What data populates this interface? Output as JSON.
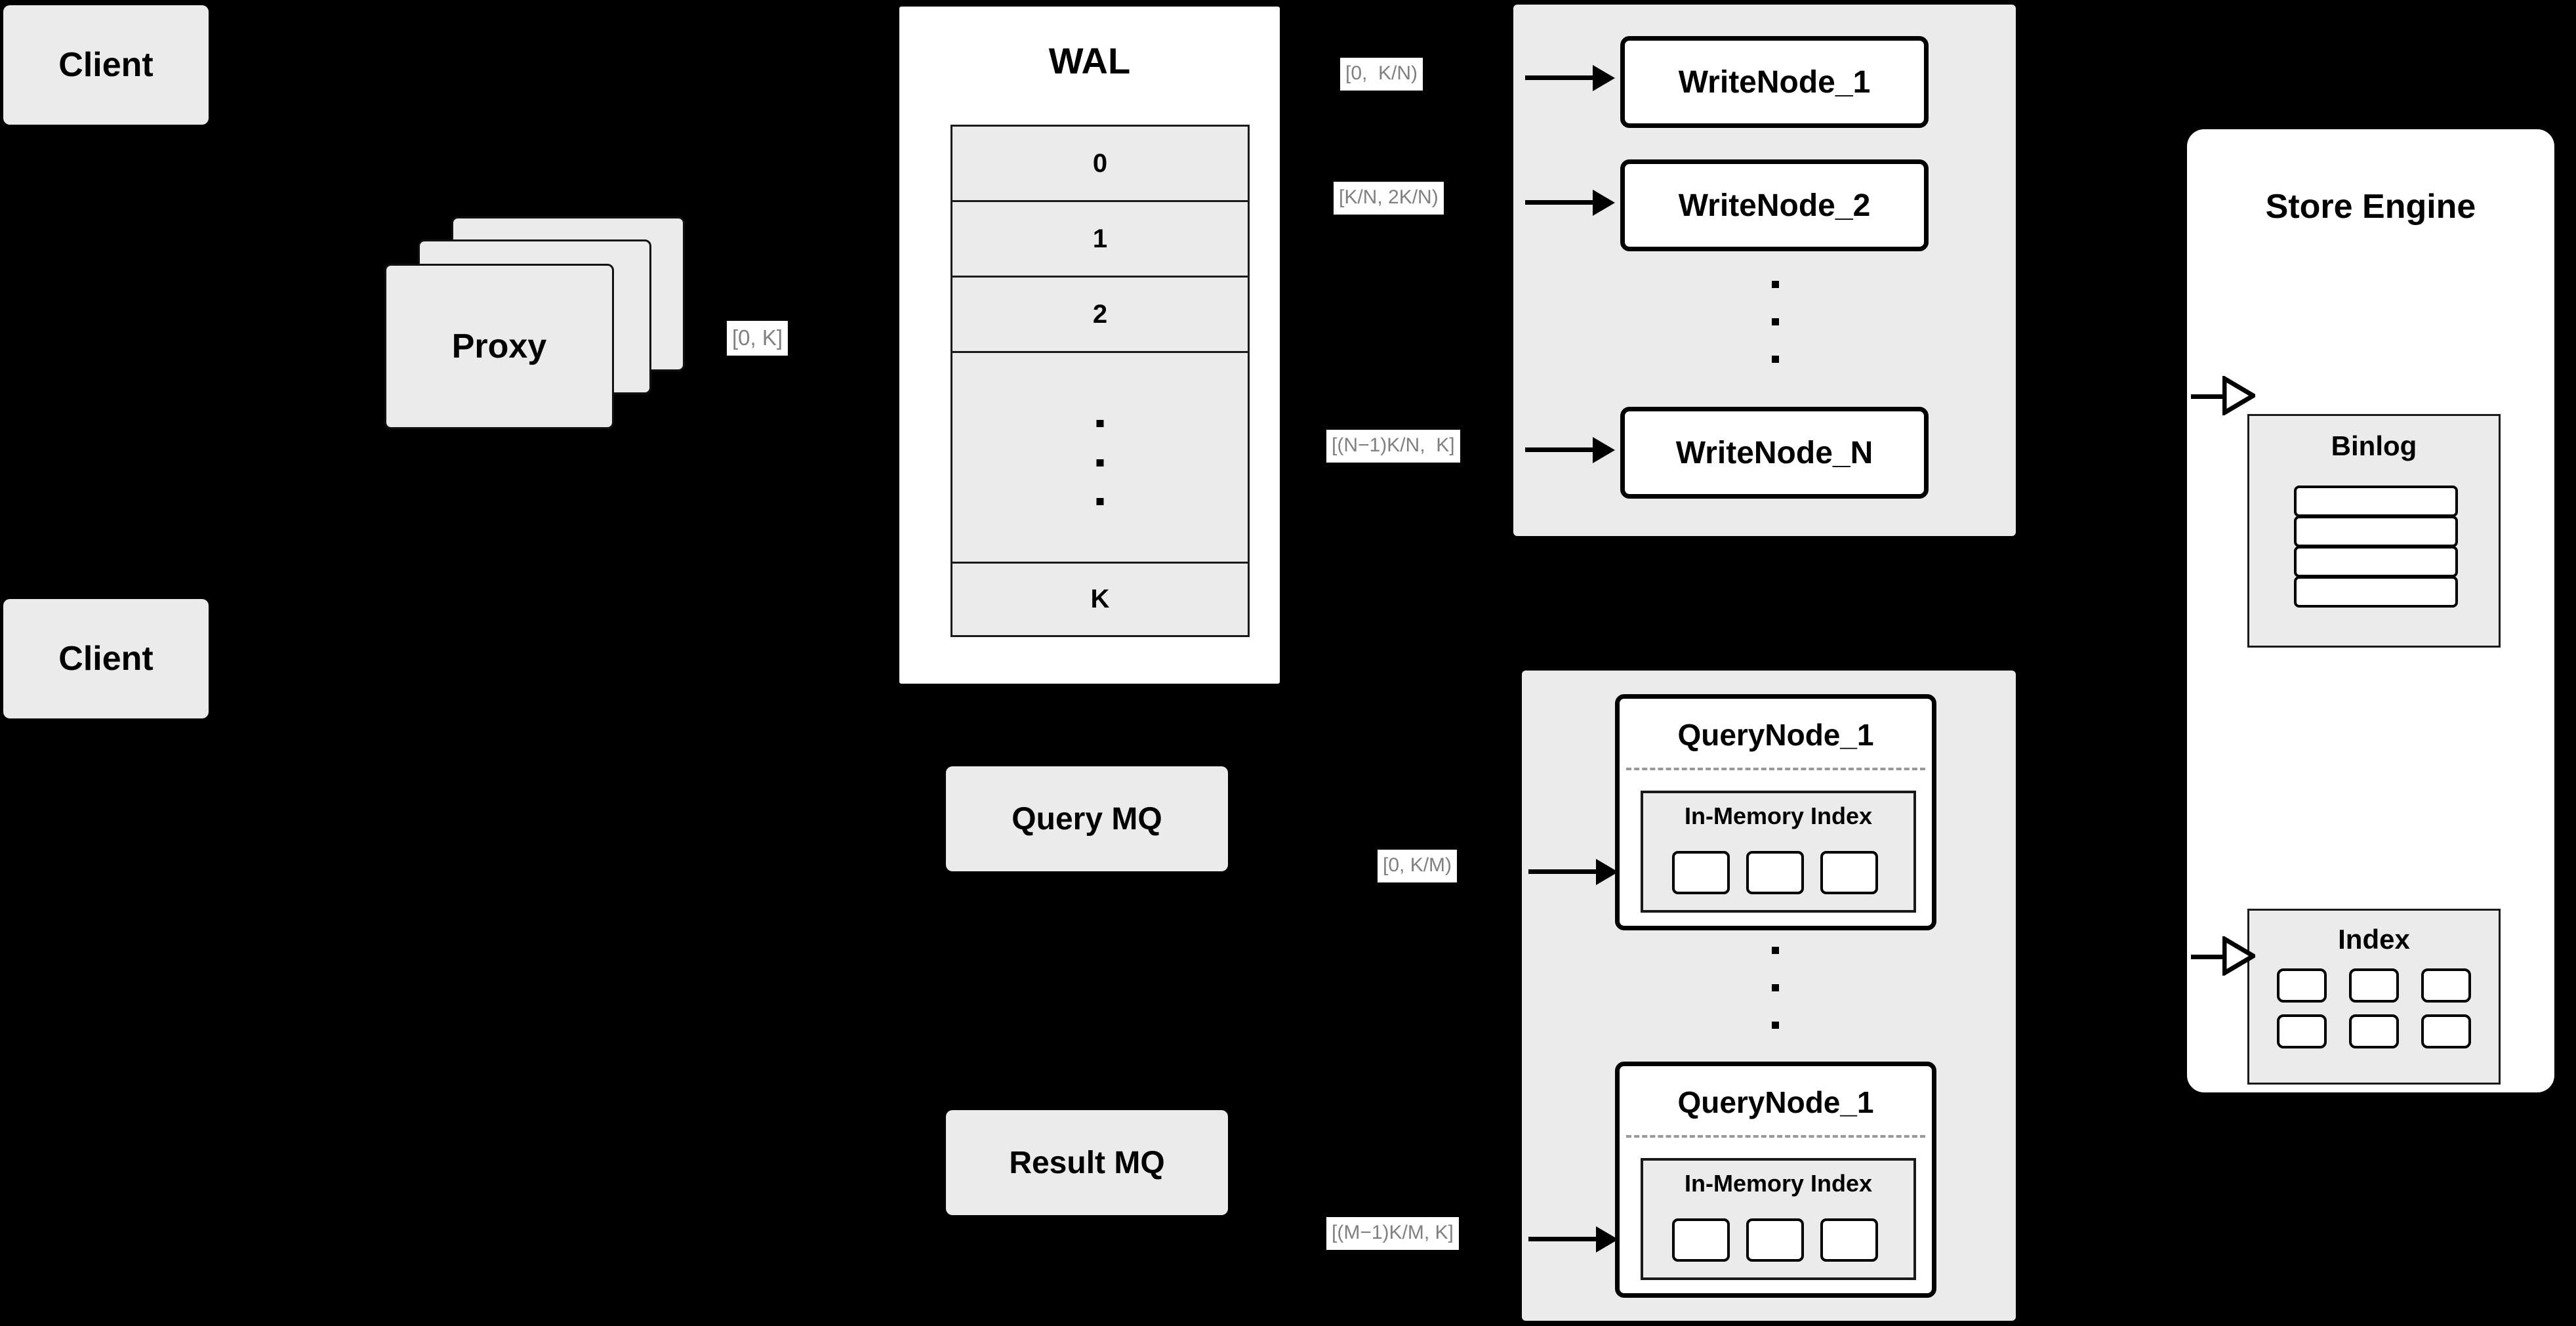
{
  "diagram": {
    "title": "Distributed Vector Database Write/Query Architecture",
    "colors": {
      "background": "#000000",
      "node_fill": "#ebebeb",
      "card_fill": "#ffffff",
      "stroke": "#000000",
      "label_text": "#808080",
      "divider": "#999999"
    }
  },
  "clients": [
    {
      "label": "Client"
    },
    {
      "label": "Client"
    }
  ],
  "proxy": {
    "label": "Proxy",
    "stack_count": 3,
    "output_label": "[0, K]"
  },
  "wal": {
    "title": "WAL",
    "rows": [
      "0",
      "1",
      "2",
      "",
      "K"
    ],
    "ellipsis_dots": 3
  },
  "write_group": {
    "nodes": [
      {
        "label": "WriteNode_1",
        "range": "[0,  K/N)"
      },
      {
        "label": "WriteNode_2",
        "range": "[K/N, 2K/N)"
      },
      {
        "label": "WriteNode_N",
        "range": "[(N−1)K/N,  K]"
      }
    ],
    "ellipsis_dots": 3
  },
  "query_group": {
    "nodes": [
      {
        "label": "QueryNode_1",
        "range": "[0, K/M)",
        "index": {
          "label": "In-Memory Index",
          "cells": 3
        }
      },
      {
        "label": "QueryNode_1",
        "range": "[(M−1)K/M, K]",
        "index": {
          "label": "In-Memory Index",
          "cells": 3
        }
      }
    ],
    "ellipsis_dots": 3
  },
  "message_queues": [
    {
      "label": "Query MQ"
    },
    {
      "label": "Result MQ"
    }
  ],
  "store_engine": {
    "title": "Store Engine",
    "binlog": {
      "title": "Binlog",
      "bars": 4
    },
    "index": {
      "title": "Index",
      "rows": 2,
      "cols": 3,
      "cells": 6
    }
  },
  "icons": {
    "arrow_solid": "arrow-right-solid-icon",
    "arrow_hollow": "arrow-right-hollow-icon",
    "vertical_ellipsis": "vertical-ellipsis-icon"
  }
}
